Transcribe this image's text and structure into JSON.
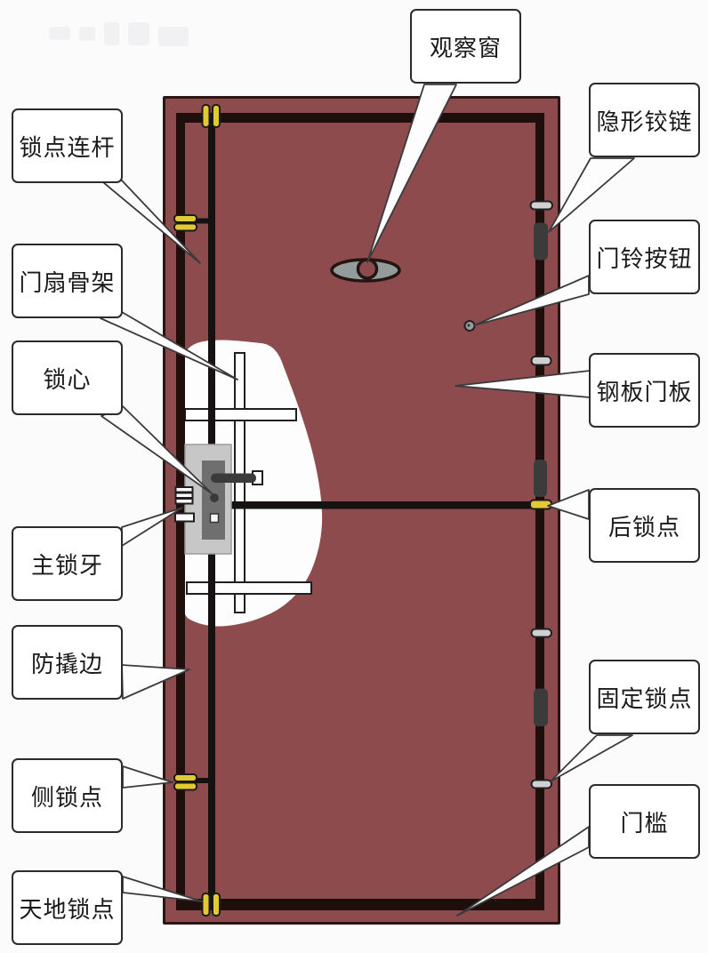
{
  "diagram_subject": "security-door-structure",
  "colors": {
    "background": "#FCFBFC",
    "door_panel": "#8D4B4D",
    "door_edge": "#2A1713",
    "frame_line": "#1E0F0D",
    "lock_point_yellow": "#E2CA33",
    "hinge_dark": "#3B3B3B",
    "pill_gray": "#D0D0D0",
    "lock_plate": "#C7C7C7",
    "lock_inner": "#6F6F6F",
    "callout_fill": "#FFFFFF",
    "callout_border": "#2B2B2B",
    "text_color": "#1A1A1A"
  },
  "callouts": {
    "left": [
      {
        "text": "锁点连杆"
      },
      {
        "text": "门扇骨架"
      },
      {
        "text": "锁心"
      },
      {
        "text": "主锁牙"
      },
      {
        "text": "防撬边"
      },
      {
        "text": "侧锁点"
      },
      {
        "text": "天地锁点"
      }
    ],
    "right": [
      {
        "text": "观察窗"
      },
      {
        "text": "隐形铰链"
      },
      {
        "text": "门铃按钮"
      },
      {
        "text": "钢板门板"
      },
      {
        "text": "后锁点"
      },
      {
        "text": "固定锁点"
      },
      {
        "text": "门槛"
      }
    ]
  }
}
